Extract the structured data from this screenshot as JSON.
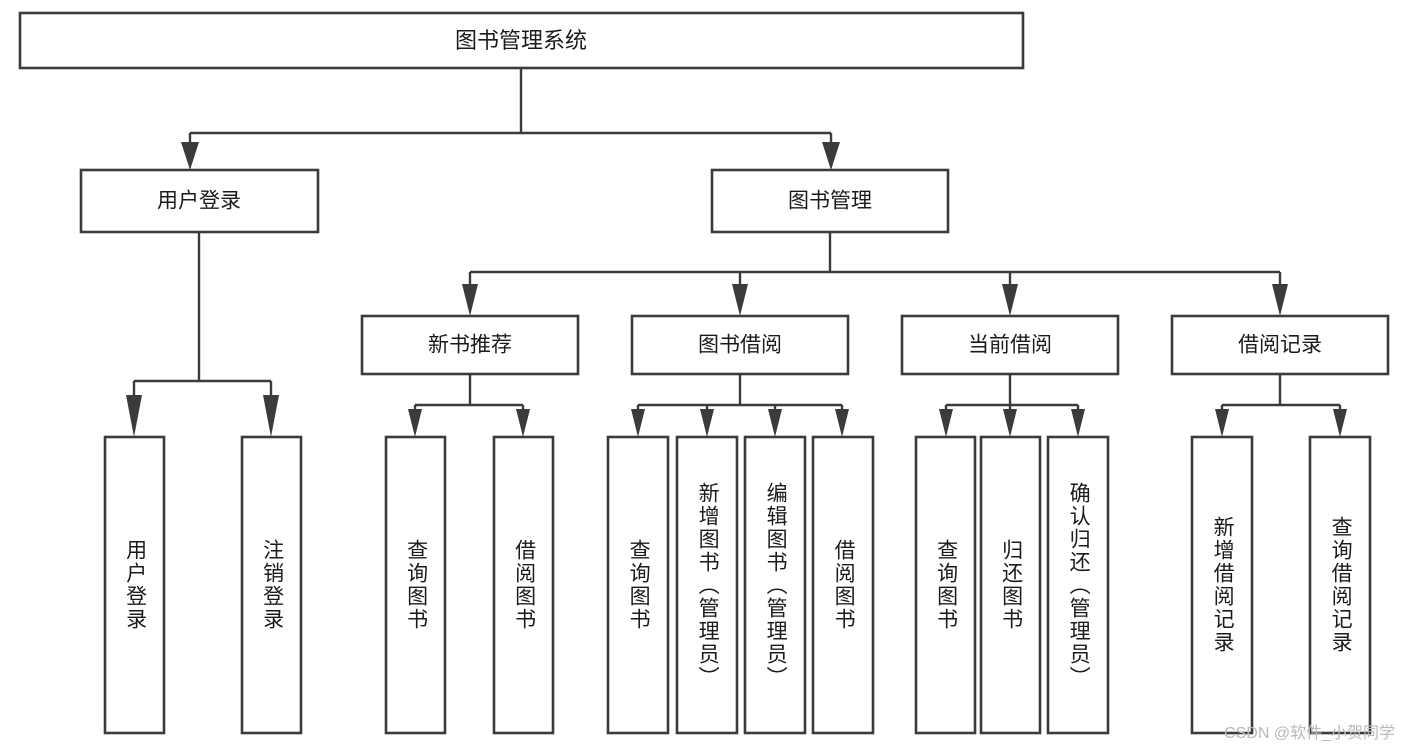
{
  "diagram": {
    "title": "图书管理系统",
    "watermark": "CSDN @软件_小贺同学",
    "style": {
      "stroke": "#3b3b3b",
      "fill": "#ffffff",
      "text": "#1b1b1b",
      "watermark_color": "#b9b9b9"
    },
    "levels": {
      "root": {
        "label": "图书管理系统"
      },
      "level2": [
        {
          "label": "用户登录"
        },
        {
          "label": "图书管理"
        }
      ],
      "level3": [
        {
          "label": "新书推荐"
        },
        {
          "label": "图书借阅"
        },
        {
          "label": "当前借阅"
        },
        {
          "label": "借阅记录"
        }
      ]
    },
    "leaves": {
      "user_login": [
        {
          "label": "用户登录"
        },
        {
          "label": "注销登录"
        }
      ],
      "new_book_recommend": [
        {
          "label": "查询图书"
        },
        {
          "label": "借阅图书"
        }
      ],
      "book_borrow": [
        {
          "label": "查询图书"
        },
        {
          "label": "新增图书（管理员）"
        },
        {
          "label": "编辑图书（管理员）"
        },
        {
          "label": "借阅图书"
        }
      ],
      "current_borrow": [
        {
          "label": "查询图书"
        },
        {
          "label": "归还图书"
        },
        {
          "label": "确认归还（管理员）"
        }
      ],
      "borrow_records": [
        {
          "label": "新增借阅记录"
        },
        {
          "label": "查询借阅记录"
        }
      ]
    }
  }
}
